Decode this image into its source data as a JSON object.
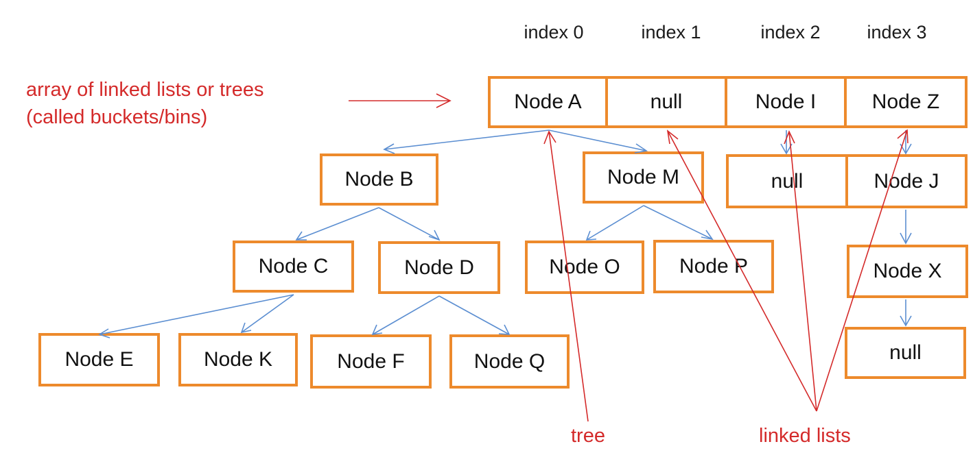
{
  "colors": {
    "node_border": "#ed8a2c",
    "tree_arrow": "#5b8ed1",
    "annotation": "#d42a2a",
    "text": "#111111"
  },
  "index_labels": [
    "index 0",
    "index 1",
    "index 2",
    "index 3"
  ],
  "array_label": {
    "line1": "array of linked lists or trees",
    "line2": "(called buckets/bins)"
  },
  "array_cells": [
    "Node A",
    "null",
    "Node I",
    "Node Z"
  ],
  "tree_nodes": {
    "b": "Node B",
    "m": "Node M",
    "c": "Node C",
    "d": "Node D",
    "o": "Node O",
    "p": "Node P",
    "e": "Node E",
    "k": "Node K",
    "f": "Node F",
    "q": "Node Q"
  },
  "list_nodes": {
    "i_next": "null",
    "z_next": "Node J",
    "j_next": "Node X",
    "x_next": "null"
  },
  "annotations": {
    "tree": "tree",
    "linked_lists": "linked lists"
  }
}
